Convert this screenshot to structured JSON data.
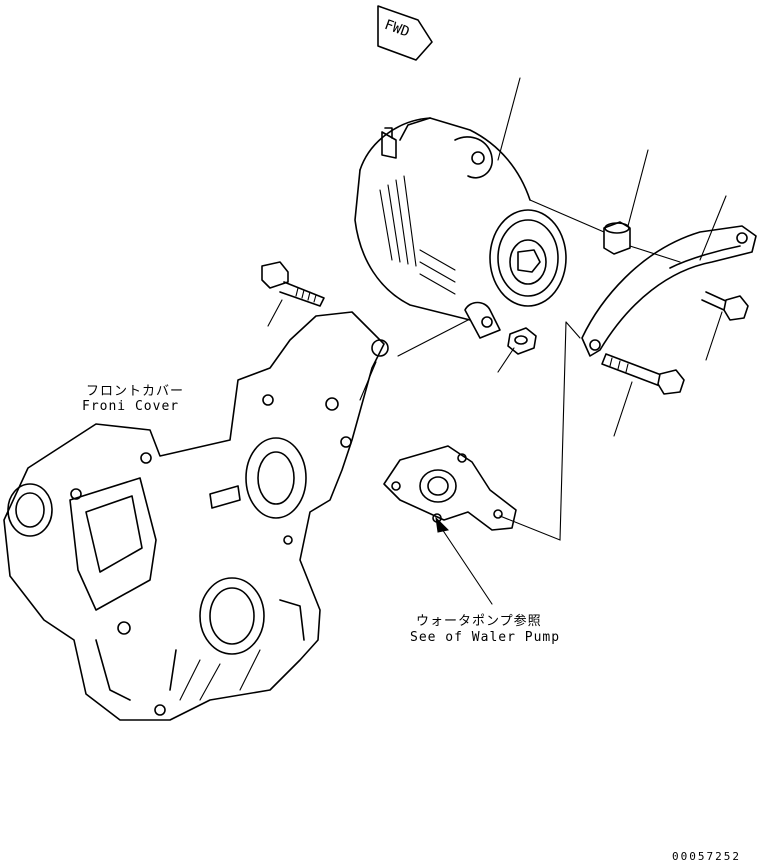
{
  "labels": {
    "fwd": "FWD",
    "front_cover_jp": "フロントカバー",
    "front_cover_en": "Froni Cover",
    "water_pump_jp": "ウォータポンプ参照",
    "water_pump_en": "See of Waler Pump",
    "drawing_number": "00057252"
  }
}
